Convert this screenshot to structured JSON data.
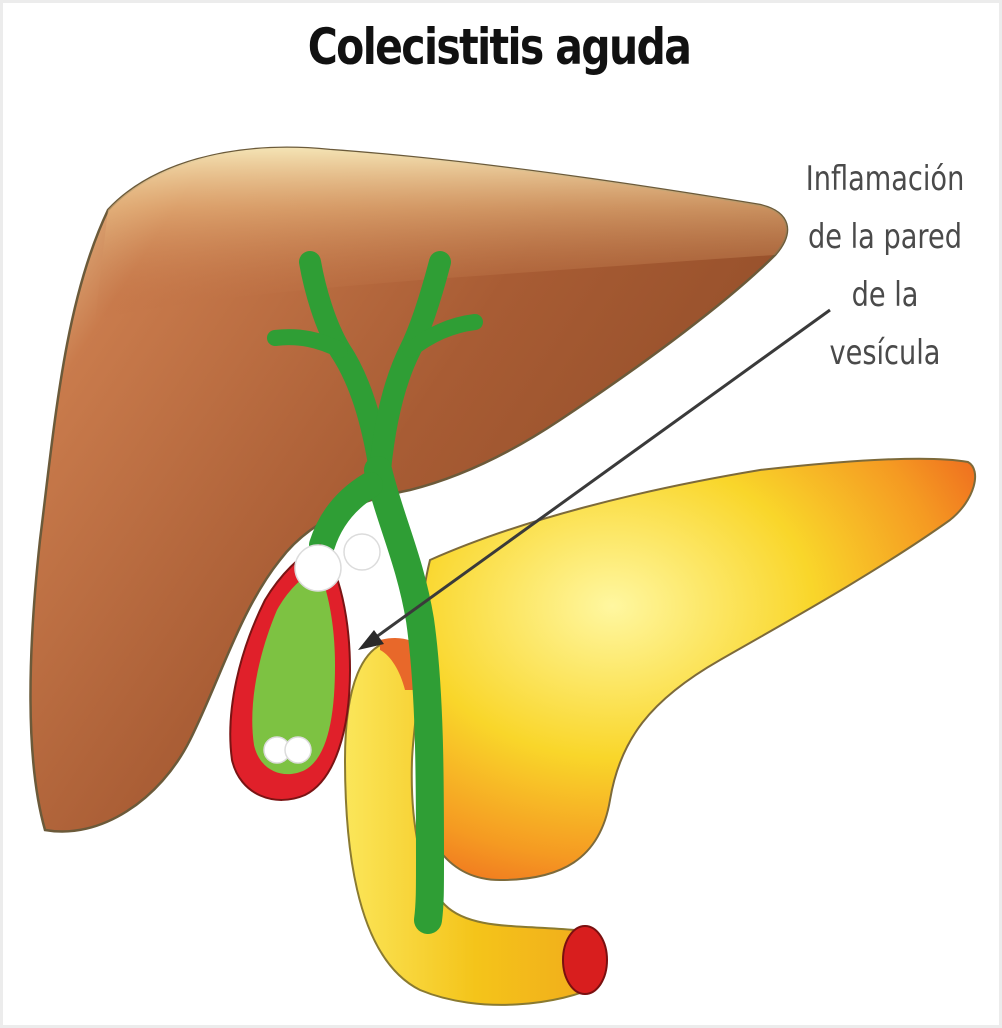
{
  "title": "Colecistitis aguda",
  "annotation": {
    "lines": [
      "Inflamación",
      "de la pared",
      "de la",
      "vesícula"
    ]
  },
  "colors": {
    "liver": "#b8643a",
    "bile_ducts": "#2f9e35",
    "gallbladder_bile": "#7dc242",
    "inflamed_wall": "#e0202a",
    "gallstones": "#ffffff",
    "pancreas": "#f7c21d",
    "duodenum": "#f2d21a"
  },
  "structures": [
    "liver",
    "bile-ducts",
    "gallbladder",
    "gallstones",
    "pancreas",
    "duodenum",
    "pointer-arrow"
  ]
}
